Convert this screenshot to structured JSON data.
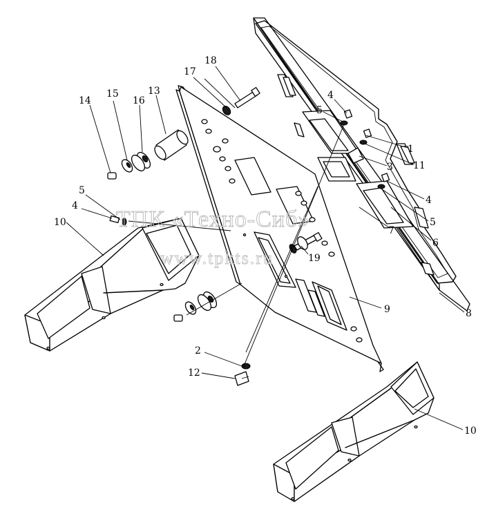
{
  "watermark": {
    "line1": "ТПК «Техно-Сиб»",
    "line2": "www.tpkts.ru"
  },
  "callouts": [
    {
      "id": "c18",
      "text": "18"
    },
    {
      "id": "c17",
      "text": "17"
    },
    {
      "id": "c15",
      "text": "15"
    },
    {
      "id": "c13",
      "text": "13"
    },
    {
      "id": "c14",
      "text": "14"
    },
    {
      "id": "c16",
      "text": "16"
    },
    {
      "id": "c4a",
      "text": "4"
    },
    {
      "id": "c5a",
      "text": "5"
    },
    {
      "id": "c1",
      "text": "1"
    },
    {
      "id": "c11",
      "text": "11"
    },
    {
      "id": "c3",
      "text": "3"
    },
    {
      "id": "c4b",
      "text": "4"
    },
    {
      "id": "c5b",
      "text": "5"
    },
    {
      "id": "c6",
      "text": "6"
    },
    {
      "id": "c7",
      "text": "7"
    },
    {
      "id": "c5c",
      "text": "5"
    },
    {
      "id": "c4c",
      "text": "4"
    },
    {
      "id": "c10a",
      "text": "10"
    },
    {
      "id": "c19",
      "text": "19"
    },
    {
      "id": "c9",
      "text": "9"
    },
    {
      "id": "c8",
      "text": "8"
    },
    {
      "id": "c2",
      "text": "2"
    },
    {
      "id": "c12",
      "text": "12"
    },
    {
      "id": "c10b",
      "text": "10"
    }
  ]
}
